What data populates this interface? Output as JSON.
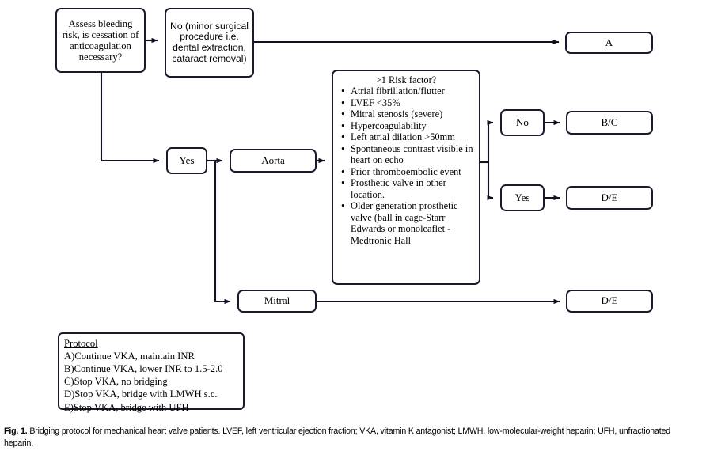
{
  "figure": {
    "caption_label": "Fig. 1.",
    "caption_text": " Bridging protocol for mechanical heart valve patients. LVEF, left ventricular ejection fraction; VKA, vitamin K antagonist; LMWH, low-molecular-weight heparin; UFH, unfractionated heparin."
  },
  "colors": {
    "stroke": "#1a1a2e",
    "background": "#ffffff",
    "text": "#000000"
  },
  "nodes": {
    "assess": "Assess bleeding risk, is cessation of anticoagulation necessary?",
    "no_top": "No (minor surgical procedure i.e. dental extraction, cataract removal)",
    "outcome_a": "A",
    "risk_title": ">1 Risk factor?",
    "risk_items": [
      "Atrial fibrillation/flutter",
      "LVEF <35%",
      "Mitral stenosis (severe)",
      "Hypercoagulability",
      "Left atrial dilation >50mm",
      "Spontaneous contrast visible in heart on echo",
      "Prior thromboembolic event",
      "Prosthetic valve in other location.",
      "Older generation prosthetic valve (ball in cage-Starr Edwards or monoleaflet -Medtronic Hall"
    ],
    "branch_no": "No",
    "outcome_bc": "B/C",
    "branch_yes": "Yes",
    "outcome_de_right": "D/E",
    "yes_left": "Yes",
    "aorta": "Aorta",
    "mitral": "Mitral",
    "outcome_de_bottom": "D/E"
  },
  "legend": {
    "title": "Protocol",
    "lines": [
      "A)Continue VKA, maintain INR",
      "B)Continue VKA, lower INR to 1.5-2.0",
      "C)Stop VKA, no bridging",
      "D)Stop VKA, bridge with LMWH s.c.",
      "E)Stop VKA, bridge with UFH"
    ]
  }
}
